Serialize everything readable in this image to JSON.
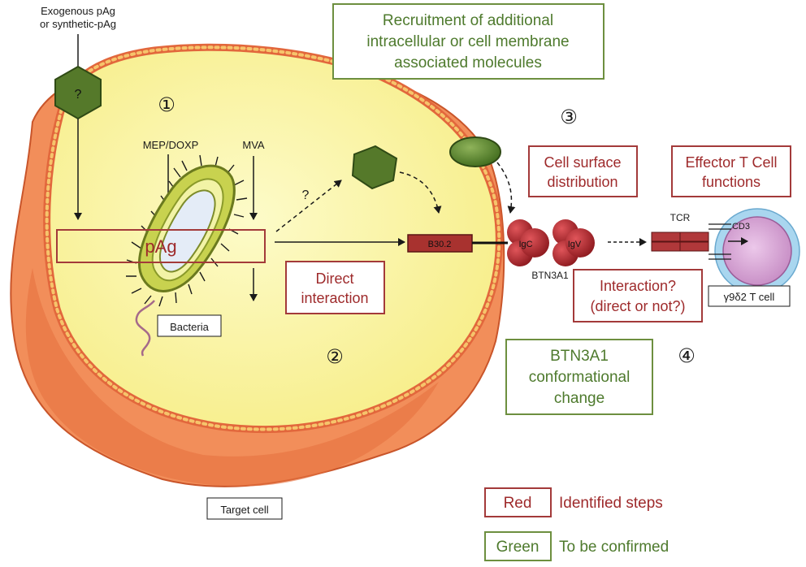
{
  "colors": {
    "red_box": "#a33a3a",
    "green_box": "#6d8f3f",
    "red_text": "#9e2a2b",
    "green_text": "#4e7a2d",
    "cell_fill": "#fbf6a6",
    "cell_border": "#e2673c",
    "cell_outer": "#f1895a",
    "molecule_green": "#5e8a2e",
    "btn3a1_red": "#b1262b",
    "tcell_fill": "#d9a8d6",
    "tcell_ring": "#a9d6ef"
  },
  "labels": {
    "exogenous_line1": "Exogenous pAg",
    "exogenous_line2": "or synthetic-pAg",
    "question_hex": "?",
    "question_arrow": "?",
    "step1": "①",
    "step2": "②",
    "step3": "③",
    "step4": "④",
    "mep": "MEP/DOXP",
    "mva": "MVA",
    "pag": "pAg",
    "bacteria": "Bacteria",
    "target_cell": "Target cell",
    "b302": "B30.2",
    "igc": "IgC",
    "igv": "IgV",
    "btn3a1": "BTN3A1",
    "tcr": "TCR",
    "cd3": "CD3",
    "tcell": "γ9δ2 T cell"
  },
  "boxes": {
    "recruitment": [
      "Recruitment of additional",
      "intracellular or cell membrane",
      "associated molecules"
    ],
    "direct": [
      "Direct",
      "interaction"
    ],
    "surface": [
      "Cell surface",
      "distribution"
    ],
    "effector": [
      "Effector T Cell",
      "functions"
    ],
    "interaction": [
      "Interaction?",
      "(direct or not?)"
    ],
    "conformational": [
      "BTN3A1",
      "conformational",
      "change"
    ]
  },
  "legend": {
    "red_key": "Red",
    "red_desc": "Identified steps",
    "green_key": "Green",
    "green_desc": "To be confirmed"
  }
}
